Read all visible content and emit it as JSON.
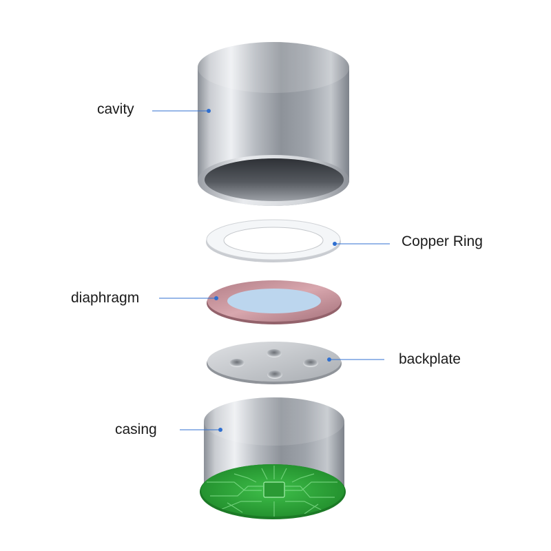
{
  "labels": {
    "cavity": "cavity",
    "copper_ring": "Copper Ring",
    "diaphragm": "diaphragm",
    "backplate": "backplate",
    "casing": "casing"
  },
  "colors": {
    "leader_line": "#2f6fd0",
    "metal_light": "#eef0f3",
    "metal_dark": "#6e737a",
    "ring": "#f4f6f8",
    "diaphragm_rim": "#c08a93",
    "diaphragm_center": "#bcd6ee",
    "pcb_green": "#2fa83a"
  }
}
